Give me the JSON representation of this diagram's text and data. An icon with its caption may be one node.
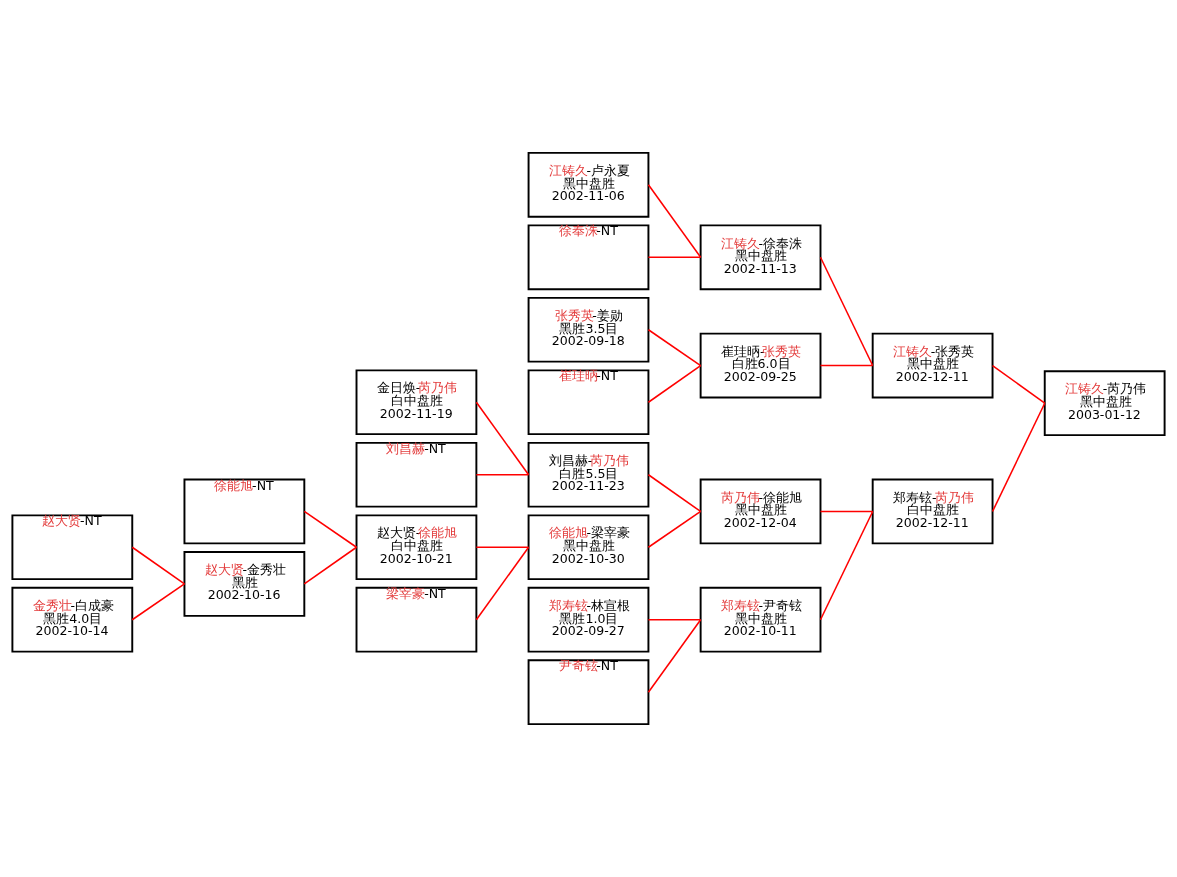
{
  "diagram": {
    "nodes": [
      {
        "text": [
          "赵大贤-NT"
        ]
      },
      {
        "text": [
          "金秀壮-白成豪",
          "黑胜4.0目",
          "2002-10-14"
        ]
      },
      {
        "text": [
          "徐能旭-NT"
        ]
      },
      {
        "text": [
          "赵大贤-金秀壮",
          "黑胜",
          "2002-10-16"
        ]
      },
      {
        "text": [
          "金日焕-芮乃伟",
          "白中盘胜",
          "2002-11-19"
        ]
      },
      {
        "text": [
          "刘昌赫-NT"
        ]
      },
      {
        "text": [
          "赵大贤-徐能旭",
          "白中盘胜",
          "2002-10-21"
        ]
      },
      {
        "text": [
          "梁宰豪-NT"
        ]
      },
      {
        "text": [
          "江铸久-卢永夏",
          "黑中盘胜",
          "2002-11-06"
        ]
      },
      {
        "text": [
          "徐奉洙-NT"
        ]
      },
      {
        "text": [
          "张秀英-姜勋",
          "黑胜3.5目",
          "2002-09-18"
        ]
      },
      {
        "text": [
          "崔珪昞-NT"
        ]
      },
      {
        "text": [
          "刘昌赫-芮乃伟",
          "白胜5.5目",
          "2002-11-23"
        ]
      },
      {
        "text": [
          "徐能旭-梁宰豪",
          "黑中盘胜",
          "2002-10-30"
        ]
      },
      {
        "text": [
          "郑寿铉-林宣根",
          "黑胜1.0目",
          "2002-09-27"
        ]
      },
      {
        "text": [
          "尹奇铉-NT"
        ]
      },
      {
        "text": [
          "江铸久-徐奉洙",
          "黑中盘胜",
          "2002-11-13"
        ]
      },
      {
        "text": [
          "崔珪昞-张秀英",
          "白胜6.0目",
          "2002-09-25"
        ]
      },
      {
        "text": [
          "芮乃伟-徐能旭",
          "黑中盘胜",
          "2002-12-04"
        ]
      },
      {
        "text": [
          "郑寿铉-尹奇铉",
          "黑中盘胜",
          "2002-10-11"
        ]
      },
      {
        "text": [
          "江铸久-张秀英",
          "黑中盘胜",
          "2002-12-11"
        ]
      },
      {
        "text": [
          "郑寿铉-芮乃伟",
          "白中盘胜",
          "2002-12-11"
        ]
      },
      {
        "text": [
          "江铸久-芮乃伟",
          "黑中盘胜",
          "2003-01-12"
        ]
      }
    ],
    "edges": [
      {
        "from": 0,
        "to": 3,
        "arrow": "none"
      },
      {
        "from": 1,
        "to": 3,
        "arrow": "none"
      },
      {
        "from": 2,
        "to": 6,
        "arrow": "none"
      },
      {
        "from": 3,
        "to": 6,
        "arrow": "none"
      },
      {
        "from": 4,
        "to": 12,
        "arrow": "none"
      },
      {
        "from": 5,
        "to": 12,
        "arrow": "none"
      },
      {
        "from": 6,
        "to": 13,
        "arrow": "none"
      },
      {
        "from": 7,
        "to": 13,
        "arrow": "none"
      },
      {
        "from": 8,
        "to": 16,
        "arrow": "none"
      },
      {
        "from": 9,
        "to": 16,
        "arrow": "none"
      },
      {
        "from": 10,
        "to": 17,
        "arrow": "none"
      },
      {
        "from": 11,
        "to": 17,
        "arrow": "none"
      },
      {
        "from": 12,
        "to": 18,
        "arrow": "none"
      },
      {
        "from": 13,
        "to": 18,
        "arrow": "none"
      },
      {
        "from": 14,
        "to": 19,
        "arrow": "none"
      },
      {
        "from": 15,
        "to": 19,
        "arrow": "none"
      },
      {
        "from": 16,
        "to": 20,
        "arrow": "none"
      },
      {
        "from": 17,
        "to": 20,
        "arrow": "none"
      },
      {
        "from": 18,
        "to": 21,
        "arrow": "none"
      },
      {
        "from": 19,
        "to": 21,
        "arrow": "none"
      },
      {
        "from": 20,
        "to": 22,
        "arrow": "none"
      },
      {
        "from": 21,
        "to": 22,
        "arrow": "none"
      }
    ]
  }
}
